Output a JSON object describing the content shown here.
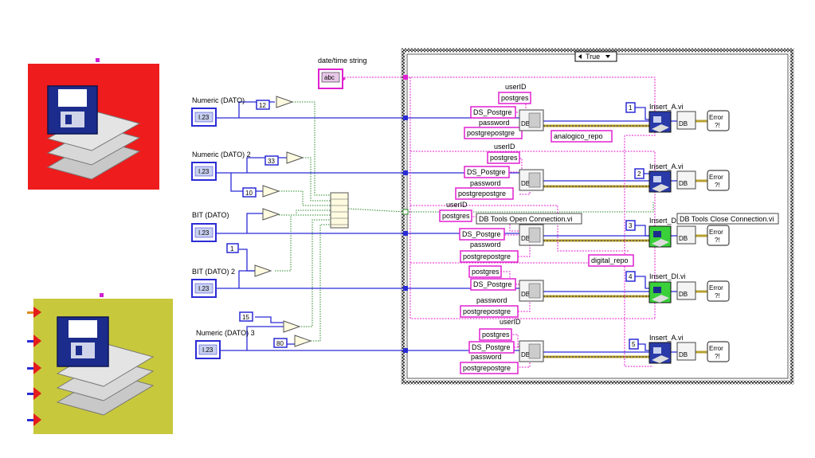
{
  "icons": {
    "left_top": {
      "name": "floppy-save-icon",
      "bg": "#ee1c1c"
    },
    "left_bottom": {
      "name": "floppy-save-icon",
      "bg": "#c8c83c"
    }
  },
  "controls": {
    "datetime": "date/time string",
    "num1": "Numeric (DATO)",
    "num2": "Numeric (DATO) 2",
    "bit1": "BIT (DATO)",
    "bit2": "BIT (DATO) 2",
    "num3": "Numeric (DATO) 3",
    "ind_text": "I.23",
    "abc_text": "abc"
  },
  "constants": {
    "c12": "12",
    "c33": "33",
    "c10": "10",
    "c1": "1",
    "c15": "15",
    "c80": "80"
  },
  "case_selector": "True",
  "rows": {
    "userid": "userID",
    "postgres": "postgres",
    "ds": "DS_Postgre",
    "password": "password",
    "pwval": "postgrepostgre"
  },
  "row_consts": {
    "r1": "1",
    "r2": "2",
    "r3": "3",
    "r4": "4",
    "r5": "5"
  },
  "repos": {
    "analogico": "analogico_repo",
    "digital": "digital_repo"
  },
  "subvis": {
    "insert_a": "Insert_A.vi",
    "insert_di_short": "Insert_DI",
    "insert_di": "Insert_DI.vi",
    "open_conn": "DB Tools Open Connection.vi",
    "close_conn": "DB Tools Close Connection.vi",
    "db_text": "DB",
    "error_text": "Error"
  },
  "colors": {
    "wire_blue": "#2b2bd6",
    "wire_pink": "#e020d0",
    "wire_green": "#2a8a2a",
    "wire_gold": "#b8a030"
  }
}
